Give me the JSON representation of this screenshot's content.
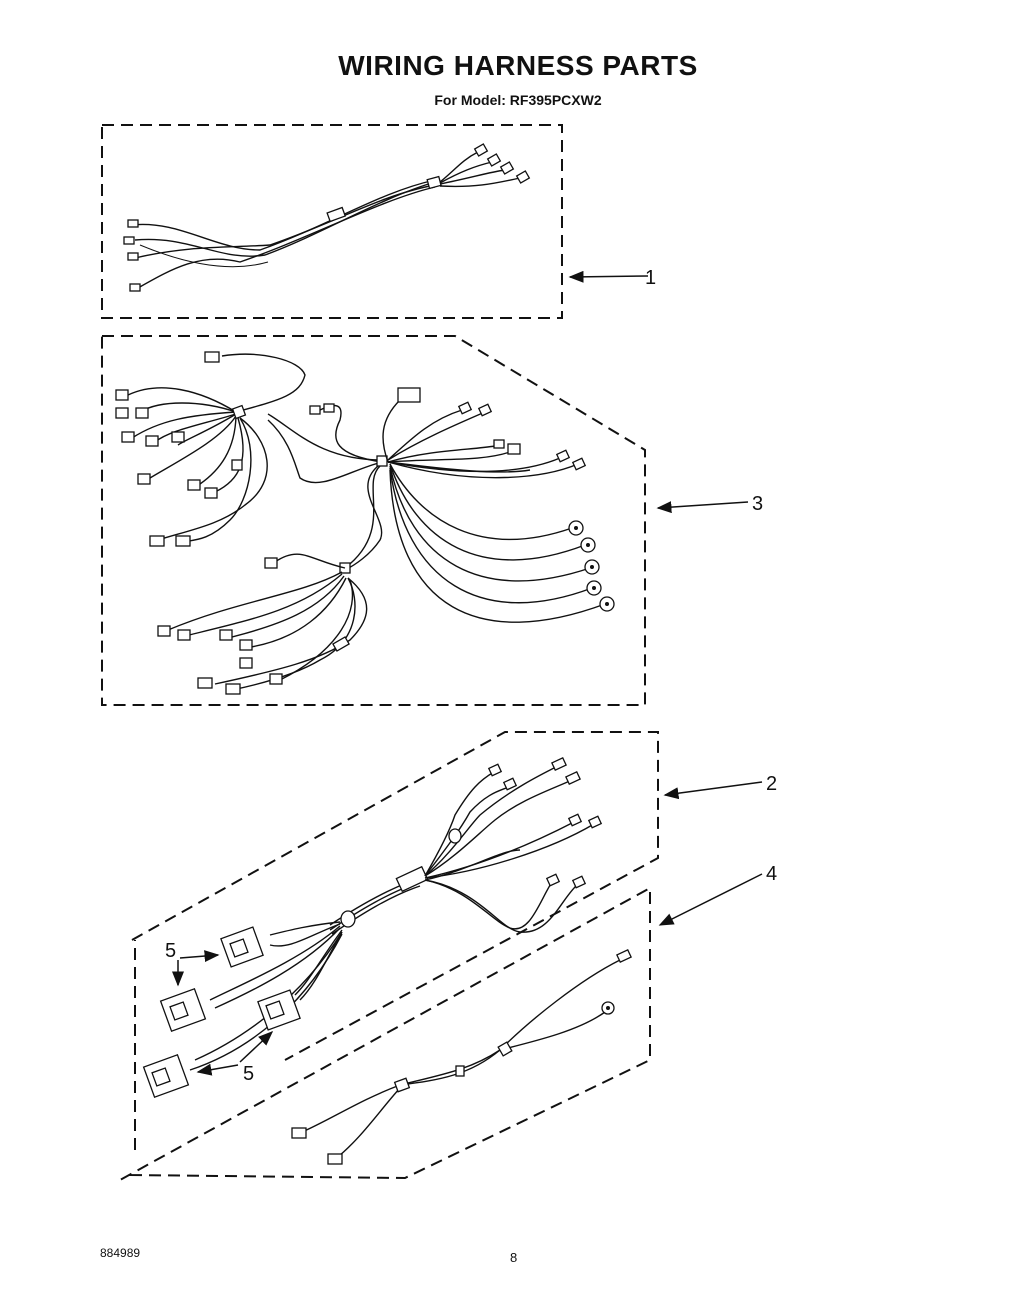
{
  "title": "WIRING HARNESS PARTS",
  "subtitle": "For Model: RF395PCXW2",
  "footer_code": "884989",
  "page_number": "8",
  "callouts": {
    "part1": "1",
    "part2": "2",
    "part3": "3",
    "part4": "4",
    "part5_top": "5",
    "part5_bottom": "5"
  }
}
